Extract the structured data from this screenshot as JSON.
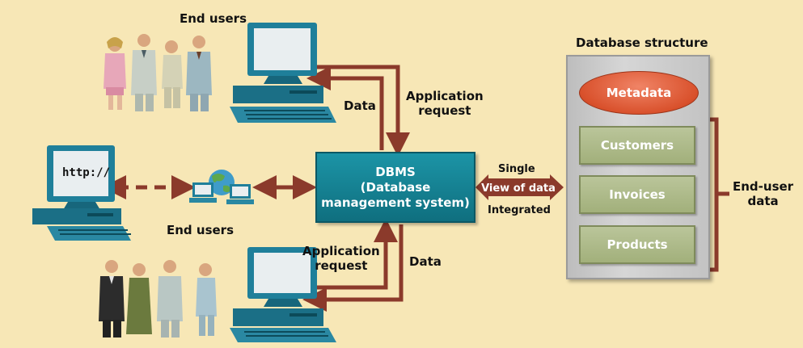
{
  "labels": {
    "end_users_top": "End users",
    "end_users_mid": "End users",
    "data_top": "Data",
    "app_request_top": "Application\nrequest",
    "app_request_bottom": "Application\nrequest",
    "data_bottom": "Data",
    "single": "Single",
    "view_of_data": "View of data",
    "integrated": "Integrated",
    "http": "http://",
    "db_structure": "Database structure",
    "end_user_data": "End-user\ndata"
  },
  "dbms": {
    "line1": "DBMS",
    "line2": "(Database",
    "line3": "management system)"
  },
  "database": {
    "metadata": "Metadata",
    "tables": [
      "Customers",
      "Invoices",
      "Products"
    ]
  },
  "colors": {
    "background": "#f7e7b6",
    "arrow": "#8b3a2b",
    "dbms": "#138394",
    "metadata": "#d9512c",
    "table": "#a9b683"
  }
}
